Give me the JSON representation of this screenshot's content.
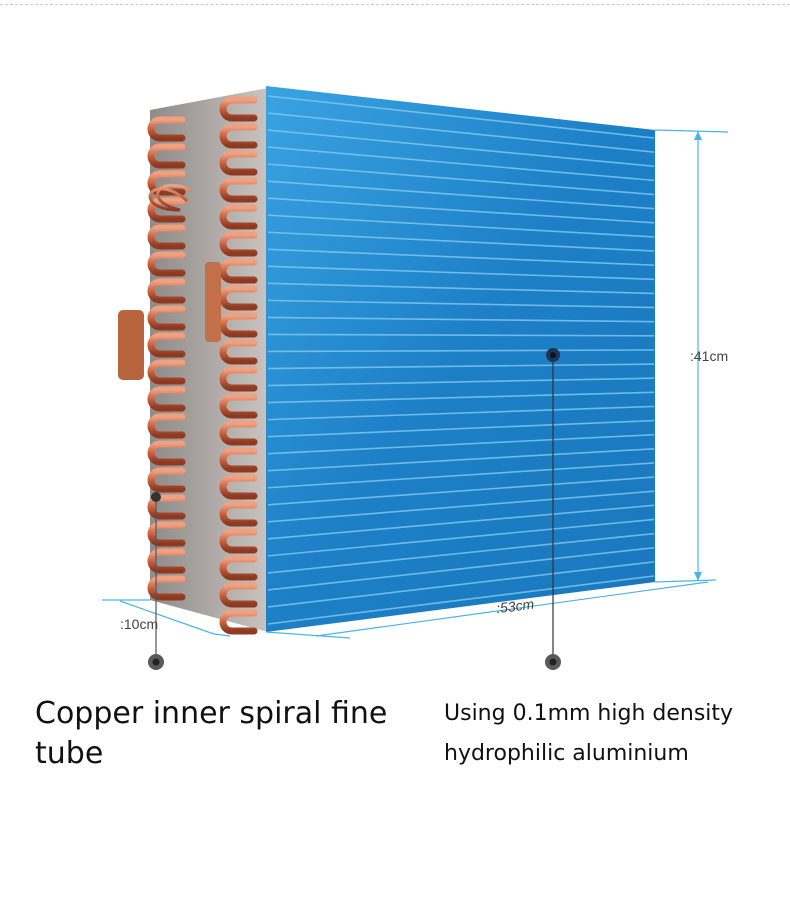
{
  "dimensions": {
    "height": ":41cm",
    "width": ":53cm",
    "depth": ":10cm"
  },
  "captions": {
    "left": "Copper inner spiral fine tube",
    "right": "Using 0.1mm high density hydrophilic aluminium"
  },
  "colors": {
    "fin_blue": "#1e83c9",
    "copper": "#c9613e",
    "dimension_line": "#4db3e6",
    "marker": "#333333"
  }
}
